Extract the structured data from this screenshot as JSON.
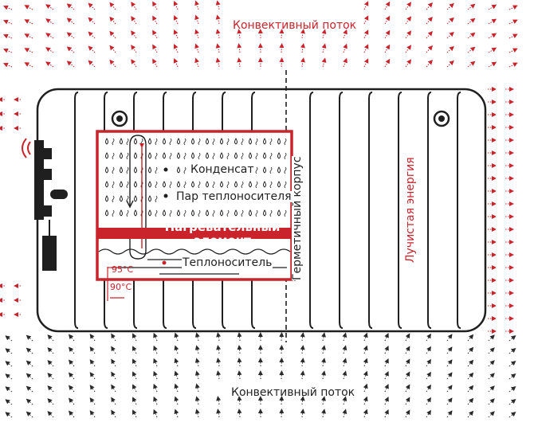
{
  "labels": {
    "convective_top": "Конвективный поток",
    "convective_bottom": "Конвективный поток",
    "condensate": "Конденсат",
    "coolant_vapor": "Пар теплоносителя",
    "heating_element": "Нагревательный элемент",
    "coolant": "Теплоноситель",
    "sealed_body": "Герметичный корпус",
    "radiant_energy": "Лучистая энергия",
    "temp_95": "95°C",
    "temp_90": "90°C"
  },
  "colors": {
    "accent_red": "#c9242b",
    "outline_dark": "#1f1f1f",
    "arrow_dark": "#2a2a2a"
  },
  "icons": [
    "wifi-signal-icon",
    "plug-connector-icon",
    "valve-nut-icon"
  ]
}
